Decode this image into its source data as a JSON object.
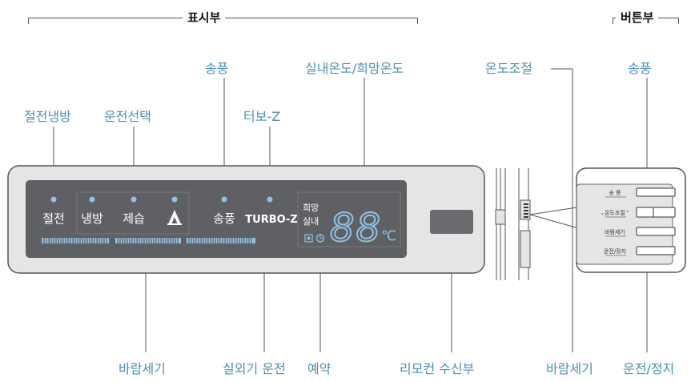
{
  "headers": {
    "display_section": "표시부",
    "button_section": "버튼부"
  },
  "callouts": {
    "power_saving": "절전냉방",
    "operation_select": "운전선택",
    "fan_top": "송풍",
    "turbo": "터보-Z",
    "room_temp": "실내온도/희망온도",
    "temp_control": "온도조절",
    "fan_button": "송풍",
    "wind_strength": "바람세기",
    "outdoor_unit": "실외기 운전",
    "reservation": "예약",
    "remote_receiver": "리모컨 수신부",
    "wind_strength_button": "바람세기",
    "start_stop": "운전/정지"
  },
  "panel": {
    "mode_power_saving": "절전",
    "mode_cool": "냉방",
    "mode_dehumid": "제습",
    "mode_fan": "송풍",
    "mode_turbo": "TURBO-Z",
    "desired": "희망",
    "room": "실내",
    "temp_digits": "88",
    "temp_unit": "℃"
  },
  "buttons": {
    "fan": "송 풍",
    "temp": "⌄온도조절⌃",
    "wind": "바람세기",
    "run": "운전/정지"
  },
  "colors": {
    "callout_text": "#4a8fb5",
    "display_glow": "#8fc3e6",
    "panel_bg": "#e5e5e5",
    "display_bg": "#5f6063"
  }
}
